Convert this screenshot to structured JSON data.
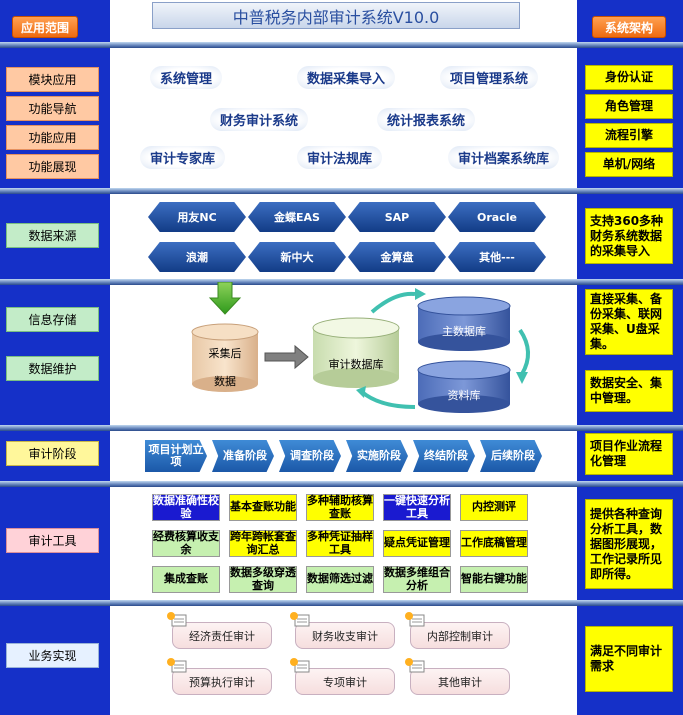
{
  "title": "中普税务内部审计系统V10.0",
  "headers": {
    "left": "应用范围",
    "right": "系统架构"
  },
  "left_labels": {
    "app": [
      "模块应用",
      "功能导航",
      "功能应用",
      "功能展现"
    ],
    "data_source": "数据来源",
    "info_storage": "信息存储",
    "data_maint": "数据维护",
    "audit_stage": "审计阶段",
    "audit_tools": "审计工具",
    "business": "业务实现"
  },
  "right_labels": {
    "arch": [
      "身份认证",
      "角色管理",
      "流程引擎",
      "单机/网络"
    ],
    "data_source_note": "支持360多种财务系统数据的采集导入",
    "storage_note": "直接采集、备份采集、联网采集、U盘采集。",
    "maint_note": "数据安全、集中管理。",
    "stage_note": "项目作业流程化管理",
    "tools_note": "提供各种查询分析工具，数据图形展现，工作记录所见即所得。",
    "business_note": "满足不同审计需求"
  },
  "modules": [
    "系统管理",
    "数据采集导入",
    "项目管理系统",
    "财务审计系统",
    "统计报表系统",
    "审计专家库",
    "审计法规库",
    "审计档案系统库"
  ],
  "sources": [
    "用友NC",
    "金蝶EAS",
    "SAP",
    "Oracle",
    "浪潮",
    "新中大",
    "金算盘",
    "其他---"
  ],
  "storage": {
    "collect": "采集后",
    "collect_sub": "数据",
    "audit_db": "审计数据库",
    "main_db": "主数据库",
    "data_db": "资料库"
  },
  "stages": [
    "项目计划立项",
    "准备阶段",
    "调查阶段",
    "实施阶段",
    "终结阶段",
    "后续阶段"
  ],
  "tools": [
    "数据准确性校验",
    "基本查账功能",
    "多种辅助核算查账",
    "一键快速分析工具",
    "内控测评",
    "经费核算收支余",
    "跨年跨帐套查询汇总",
    "多种凭证抽样工具",
    "疑点凭证管理",
    "工作底稿管理",
    "集成查账",
    "数据多级穿透查询",
    "数据筛选过滤",
    "数据多维组合分析",
    "智能右键功能"
  ],
  "business": [
    "经济责任审计",
    "财务收支审计",
    "内部控制审计",
    "预算执行审计",
    "专项审计",
    "其他审计"
  ],
  "colors": {
    "sidebar": "#1530c8",
    "module_text": "#1a3a8a",
    "hex_blue": "#123c86",
    "rbox": "#ffff00"
  }
}
